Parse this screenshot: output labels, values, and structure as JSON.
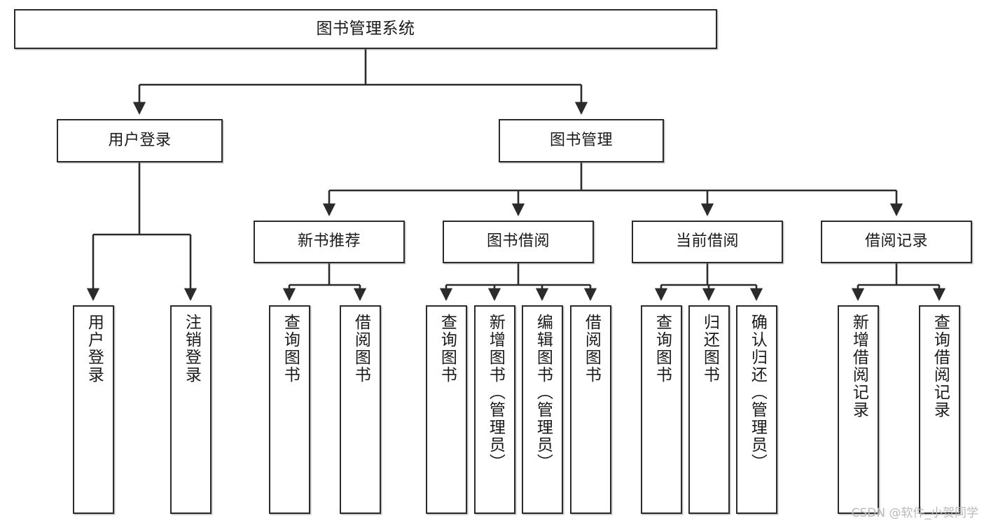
{
  "diagram": {
    "title": "图书管理系统",
    "type": "tree-hierarchy",
    "watermark": "CSDN @软件_小贺同学",
    "colors": {
      "stroke": "#2b2b2b",
      "fill": "#ffffff",
      "text": "#1a1a1a",
      "watermark": "#b9b9b9"
    },
    "levels": {
      "root": {
        "label": "图书管理系统"
      },
      "level2": [
        {
          "id": "user-login",
          "label": "用户登录"
        },
        {
          "id": "book-manage",
          "label": "图书管理"
        }
      ],
      "level3": [
        {
          "id": "new-book-recommend",
          "label": "新书推荐",
          "parent": "book-manage"
        },
        {
          "id": "book-borrow",
          "label": "图书借阅",
          "parent": "book-manage"
        },
        {
          "id": "current-borrow",
          "label": "当前借阅",
          "parent": "book-manage"
        },
        {
          "id": "borrow-record",
          "label": "借阅记录",
          "parent": "book-manage"
        }
      ],
      "leaves": [
        {
          "id": "leaf-user-login",
          "label": "用户登录",
          "parent": "user-login"
        },
        {
          "id": "leaf-logout-login",
          "label": "注销登录",
          "parent": "user-login"
        },
        {
          "id": "leaf-query-book-1",
          "label": "查询图书",
          "parent": "new-book-recommend"
        },
        {
          "id": "leaf-borrow-book-1",
          "label": "借阅图书",
          "parent": "new-book-recommend"
        },
        {
          "id": "leaf-query-book-2",
          "label": "查询图书",
          "parent": "book-borrow"
        },
        {
          "id": "leaf-add-book",
          "label": "新增图书（管理员）",
          "parent": "book-borrow"
        },
        {
          "id": "leaf-edit-book",
          "label": "编辑图书（管理员）",
          "parent": "book-borrow"
        },
        {
          "id": "leaf-borrow-book-2",
          "label": "借阅图书",
          "parent": "book-borrow"
        },
        {
          "id": "leaf-query-book-3",
          "label": "查询图书",
          "parent": "current-borrow"
        },
        {
          "id": "leaf-return-book",
          "label": "归还图书",
          "parent": "current-borrow"
        },
        {
          "id": "leaf-confirm-return",
          "label": "确认归还（管理员）",
          "parent": "current-borrow"
        },
        {
          "id": "leaf-add-record",
          "label": "新增借阅记录",
          "parent": "borrow-record"
        },
        {
          "id": "leaf-query-record",
          "label": "查询借阅记录",
          "parent": "borrow-record"
        }
      ]
    }
  }
}
